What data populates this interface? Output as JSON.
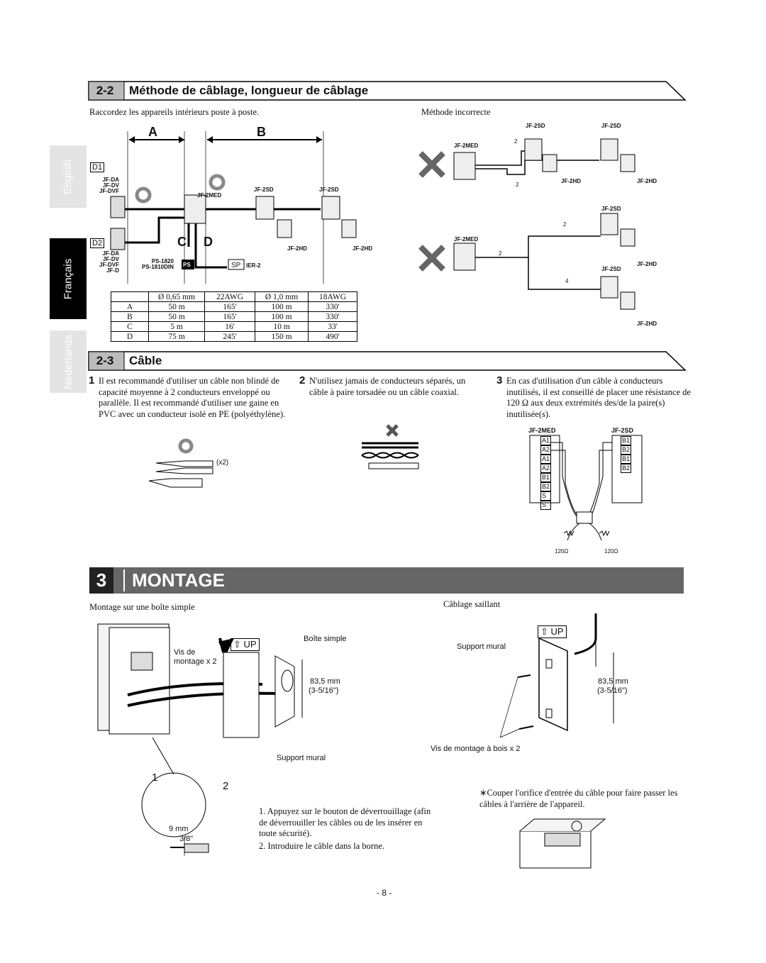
{
  "side_tabs": {
    "english": "English",
    "francais": "Français",
    "nederlands": "Nederlands"
  },
  "section_22": {
    "number": "2-2",
    "title": "Méthode de câblage, longueur de câblage",
    "intro": "Raccordez les appareils intérieurs poste à poste.",
    "incorrect": "Méthode incorrecte",
    "diagram": {
      "label_a": "A",
      "label_b": "B",
      "label_c": "C",
      "label_d": "D",
      "d1": "D1",
      "d2": "D2",
      "door_models": "JF-DA\nJF-DV\nJF-DVF",
      "door_models_2": "JF-DA\nJF-DV\nJF-DVF\nJF-D",
      "jf2med": "JF-2MED",
      "jf2sd": "JF-2SD",
      "jf2hd": "JF-2HD",
      "ps_models": "PS-1820\nPS-1810DIN",
      "ps": "PS",
      "sp": "SP",
      "ier2": "IER-2",
      "two": "2",
      "four": "4"
    },
    "table": {
      "headers": [
        "",
        "Ø 0,65 mm",
        "22AWG",
        "Ø 1,0 mm",
        "18AWG"
      ],
      "rows": [
        [
          "A",
          "50 m",
          "165'",
          "100 m",
          "330'"
        ],
        [
          "B",
          "50 m",
          "165'",
          "100 m",
          "330'"
        ],
        [
          "C",
          "5 m",
          "16'",
          "10 m",
          "33'"
        ],
        [
          "D",
          "75 m",
          "245'",
          "150 m",
          "490'"
        ]
      ]
    }
  },
  "section_23": {
    "number": "2-3",
    "title": "Câble",
    "item1_num": "1",
    "item1": "Il est recommandé d'utiliser un câble non blindé de capacité moyenne à 2 conducteurs enveloppé ou parallèle. Il est recommandé d'utiliser une gaine en PVC avec un conducteur isolé en PE (polyéthylène).",
    "item2_num": "2",
    "item2": "N'utilisez jamais de conducteurs séparés, un câble à paire torsadée ou un câble coaxial.",
    "item3_num": "3",
    "item3": "En cas d'utilisation d'un câble à conducteurs inutilisés, il est conseillé de placer une résistance de 120 Ω aux deux extrémités des/de la paire(s) inutilisée(s).",
    "x2": "(x2)",
    "term_left": [
      "A1",
      "A2",
      "A1",
      "A2",
      "B1",
      "B2",
      "S",
      "S"
    ],
    "term_right": [
      "B1",
      "B2",
      "B1",
      "B2"
    ],
    "ohm": "120Ω"
  },
  "section_3": {
    "number": "3",
    "title": "MONTAGE",
    "left_caption": "Montage sur une boîte simple",
    "right_caption": "Câblage saillant",
    "up": "UP",
    "boite_simple": "Boîte simple",
    "vis_montage": "Vis de\nmontage x 2",
    "dim_mm": "83,5 mm",
    "dim_in": "(3-5/16\")",
    "support_mural": "Support mural",
    "vis_bois": "Vis de montage à bois x 2",
    "step1": "1",
    "step2": "2",
    "strip_mm": "9 mm",
    "strip_in": "3/8\"",
    "instr1": "1. Appuyez sur le bouton de déverrouillage (afin de déverrouiller les câbles ou de les insérer en toute sécurité).",
    "instr2": "2. Introduire le câble dans la borne.",
    "note": "∗Couper l'orifice d'entrée du câble pour faire passer les câbles à l'arrière de l'appareil."
  },
  "page_number": "- 8 -"
}
